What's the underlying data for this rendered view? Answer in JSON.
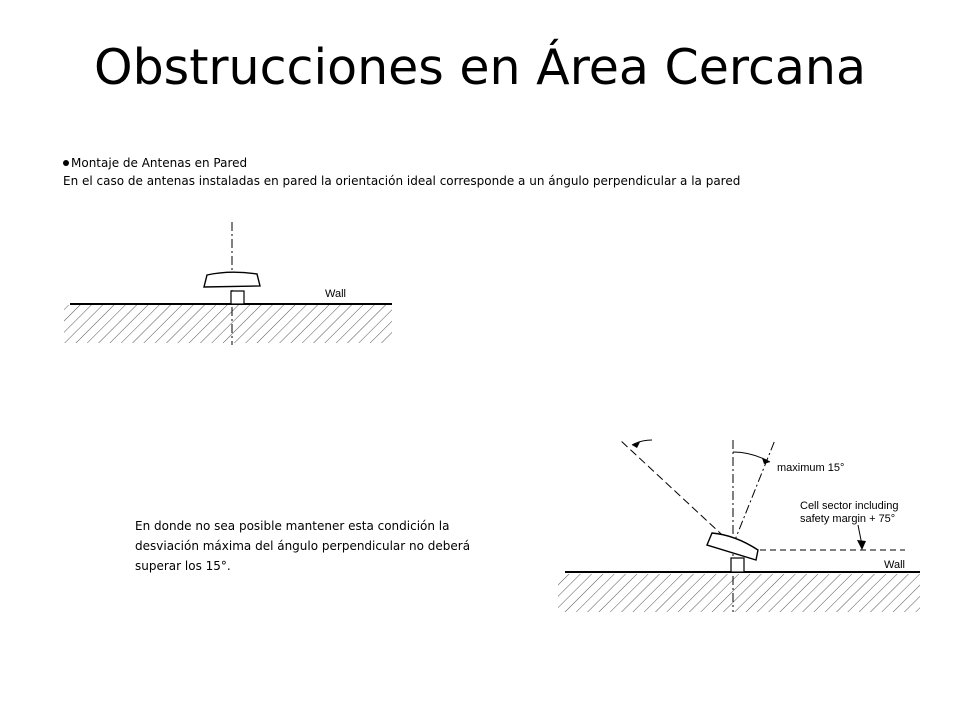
{
  "slide": {
    "title": "Obstrucciones en Área Cercana",
    "bullet_heading": "Montaje de Antenas en Pared",
    "bullet_text": "En el caso de antenas instaladas en pared la orientación ideal corresponde a un ángulo perpendicular a la pared",
    "caption_line1": "En donde no sea posible  mantener esta condición la",
    "caption_line2": "desviación máxima del ángulo perpendicular no deberá",
    "caption_line3": "superar los 15°."
  },
  "diagram_top": {
    "wall_label": "Wall"
  },
  "diagram_bottom": {
    "wall_label": "Wall",
    "max_label": "maximum 15°",
    "sector_label_line1": "Cell sector including",
    "sector_label_line2": "safety margin + 75°"
  }
}
